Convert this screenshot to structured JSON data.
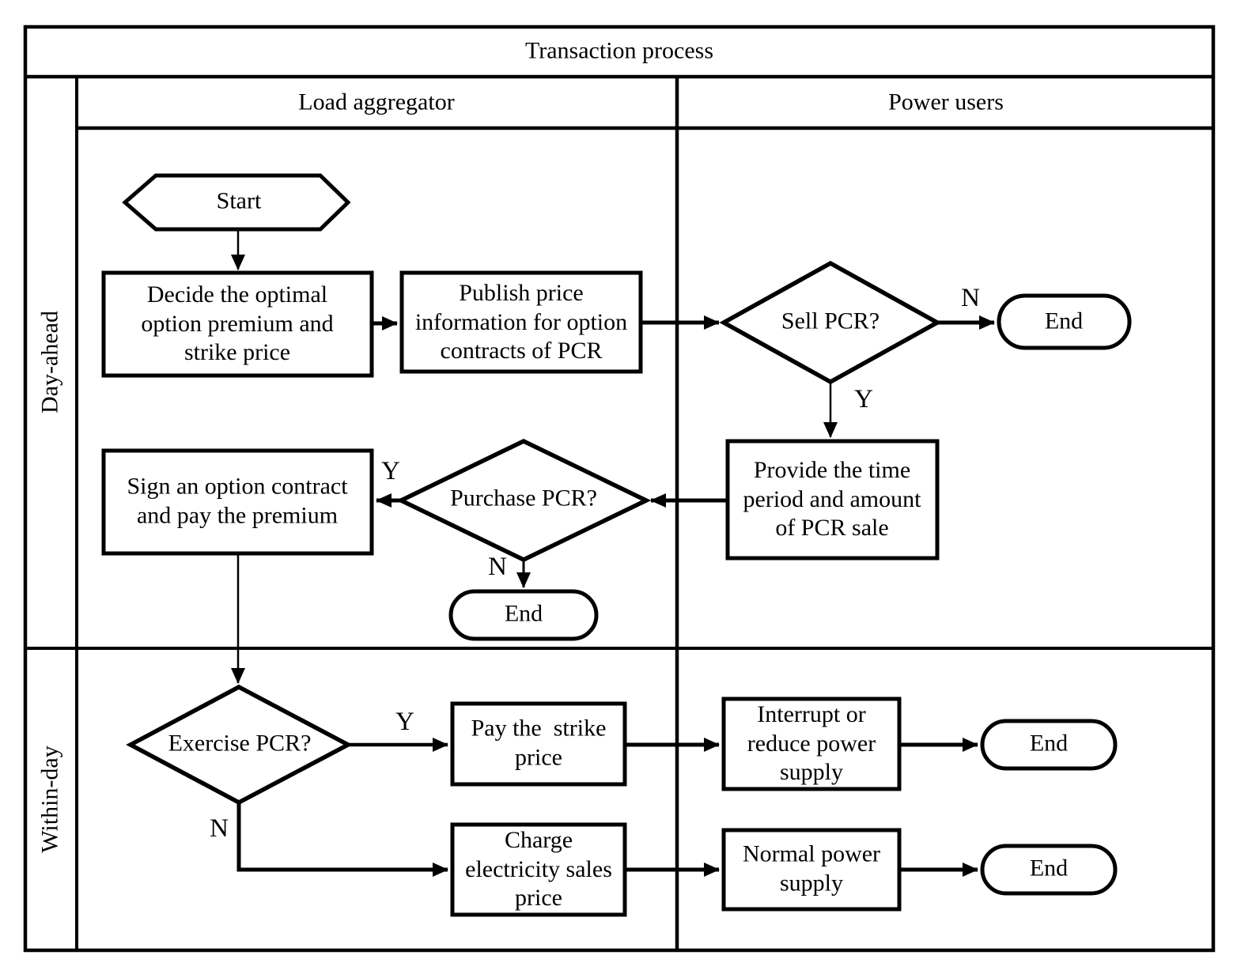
{
  "title": "Transaction process",
  "lanes": {
    "load_aggregator": "Load aggregator",
    "power_users": "Power users"
  },
  "phases": {
    "day_ahead": "Day-ahead",
    "within_day": "Within-day"
  },
  "nodes": {
    "start": "Start",
    "decide": "Decide the optimal\noption premium and\nstrike price",
    "publish": "Publish price\ninformation for option\ncontracts of PCR",
    "sell": "Sell PCR?",
    "end_sell_no": "End",
    "provide": "Provide the time\nperiod and amount\nof PCR sale",
    "purchase": "Purchase PCR?",
    "sign": "Sign an option contract\nand pay the premium",
    "end_purchase_no": "End",
    "exercise": "Exercise PCR?",
    "pay": "Pay the  strike\nprice",
    "interrupt": "Interrupt or\nreduce power\nsupply",
    "end_interrupt": "End",
    "charge": "Charge\nelectricity sales\nprice",
    "normal": "Normal power\nsupply",
    "end_normal": "End"
  },
  "edge_labels": {
    "sell_no": "N",
    "sell_yes": "Y",
    "purchase_yes": "Y",
    "purchase_no": "N",
    "exercise_yes": "Y",
    "exercise_no": "N"
  },
  "colors": {
    "line": "#000000",
    "background": "#ffffff",
    "text": "#000000"
  }
}
